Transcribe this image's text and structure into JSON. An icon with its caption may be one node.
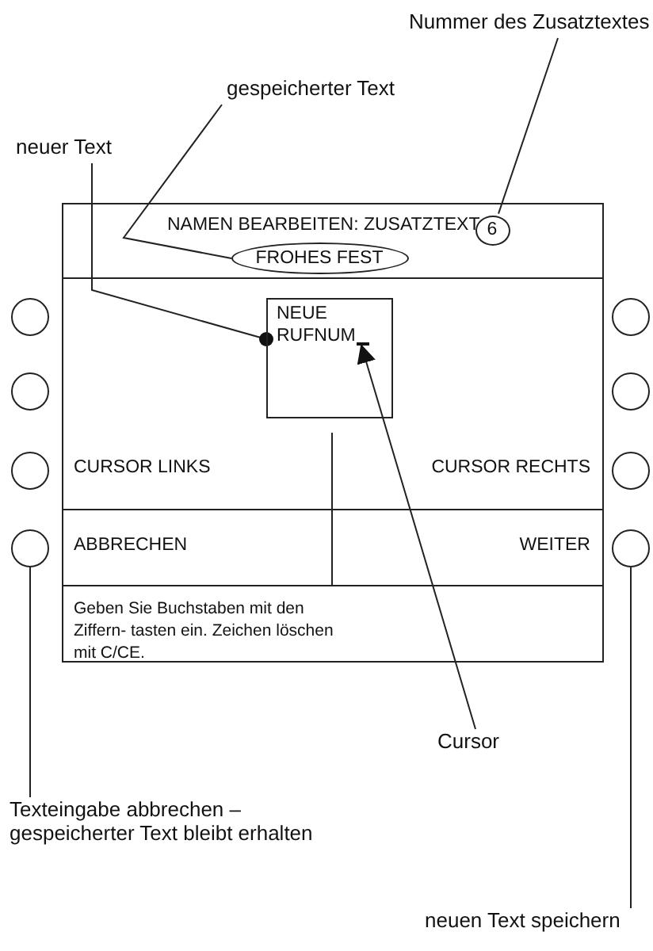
{
  "diagram": {
    "nodes": [
      {
        "text": [
          "Nummer des Zusatztextes"
        ]
      },
      {
        "text": [
          "gespeicherter Text"
        ]
      },
      {
        "text": [
          "neuer Text"
        ]
      },
      {
        "text": [],
        "shape": "box"
      },
      {
        "text": [
          "NAMEN BEARBEITEN: ZUSATZTEXT"
        ],
        "in": 3
      },
      {
        "text": [
          "6"
        ],
        "in": 4
      },
      {
        "text": [
          "FROHES FEST"
        ],
        "in": 4
      },
      {
        "text": [
          "NEUE RUFNUM"
        ],
        "in": 3
      },
      {
        "text": [],
        "shape": "bar",
        "in": 7
      },
      {
        "text": [
          "CURSOR LINKS"
        ],
        "in": 3
      },
      {
        "text": [
          "CURSOR RECHTS"
        ],
        "in": 3
      },
      {
        "text": [
          "ABBRECHEN"
        ],
        "in": 3
      },
      {
        "text": [
          "WEITER"
        ],
        "in": 3
      },
      {
        "text": [
          "Geben Sie Buchstaben mit den Ziffern- tasten ein. Zeichen löschen mit C/CE."
        ],
        "in": 3
      },
      {
        "text": [],
        "shape": "circle"
      },
      {
        "text": [],
        "shape": "circle"
      },
      {
        "text": [],
        "shape": "circle"
      },
      {
        "text": [],
        "shape": "circle"
      },
      {
        "text": [],
        "shape": "circle"
      },
      {
        "text": [],
        "shape": "circle"
      },
      {
        "text": [],
        "shape": "circle"
      },
      {
        "text": [],
        "shape": "circle"
      },
      {
        "text": [
          "Cursor"
        ]
      },
      {
        "text": [
          "Texteingabe abbrechen – gespeicherter Text bleibt erhalten"
        ]
      },
      {
        "text": [
          "neuen Text speichern"
        ]
      }
    ],
    "edges": [
      {
        "from": 0,
        "to": 5,
        "arrow": "none"
      },
      {
        "from": 1,
        "to": 6,
        "arrow": "none"
      },
      {
        "from": 2,
        "to": 7,
        "arrow": "other"
      },
      {
        "from": 22,
        "to": 8,
        "arrow": "to"
      },
      {
        "from": 23,
        "to": 17,
        "arrow": "none"
      },
      {
        "from": 24,
        "to": 21,
        "arrow": "none"
      }
    ]
  }
}
